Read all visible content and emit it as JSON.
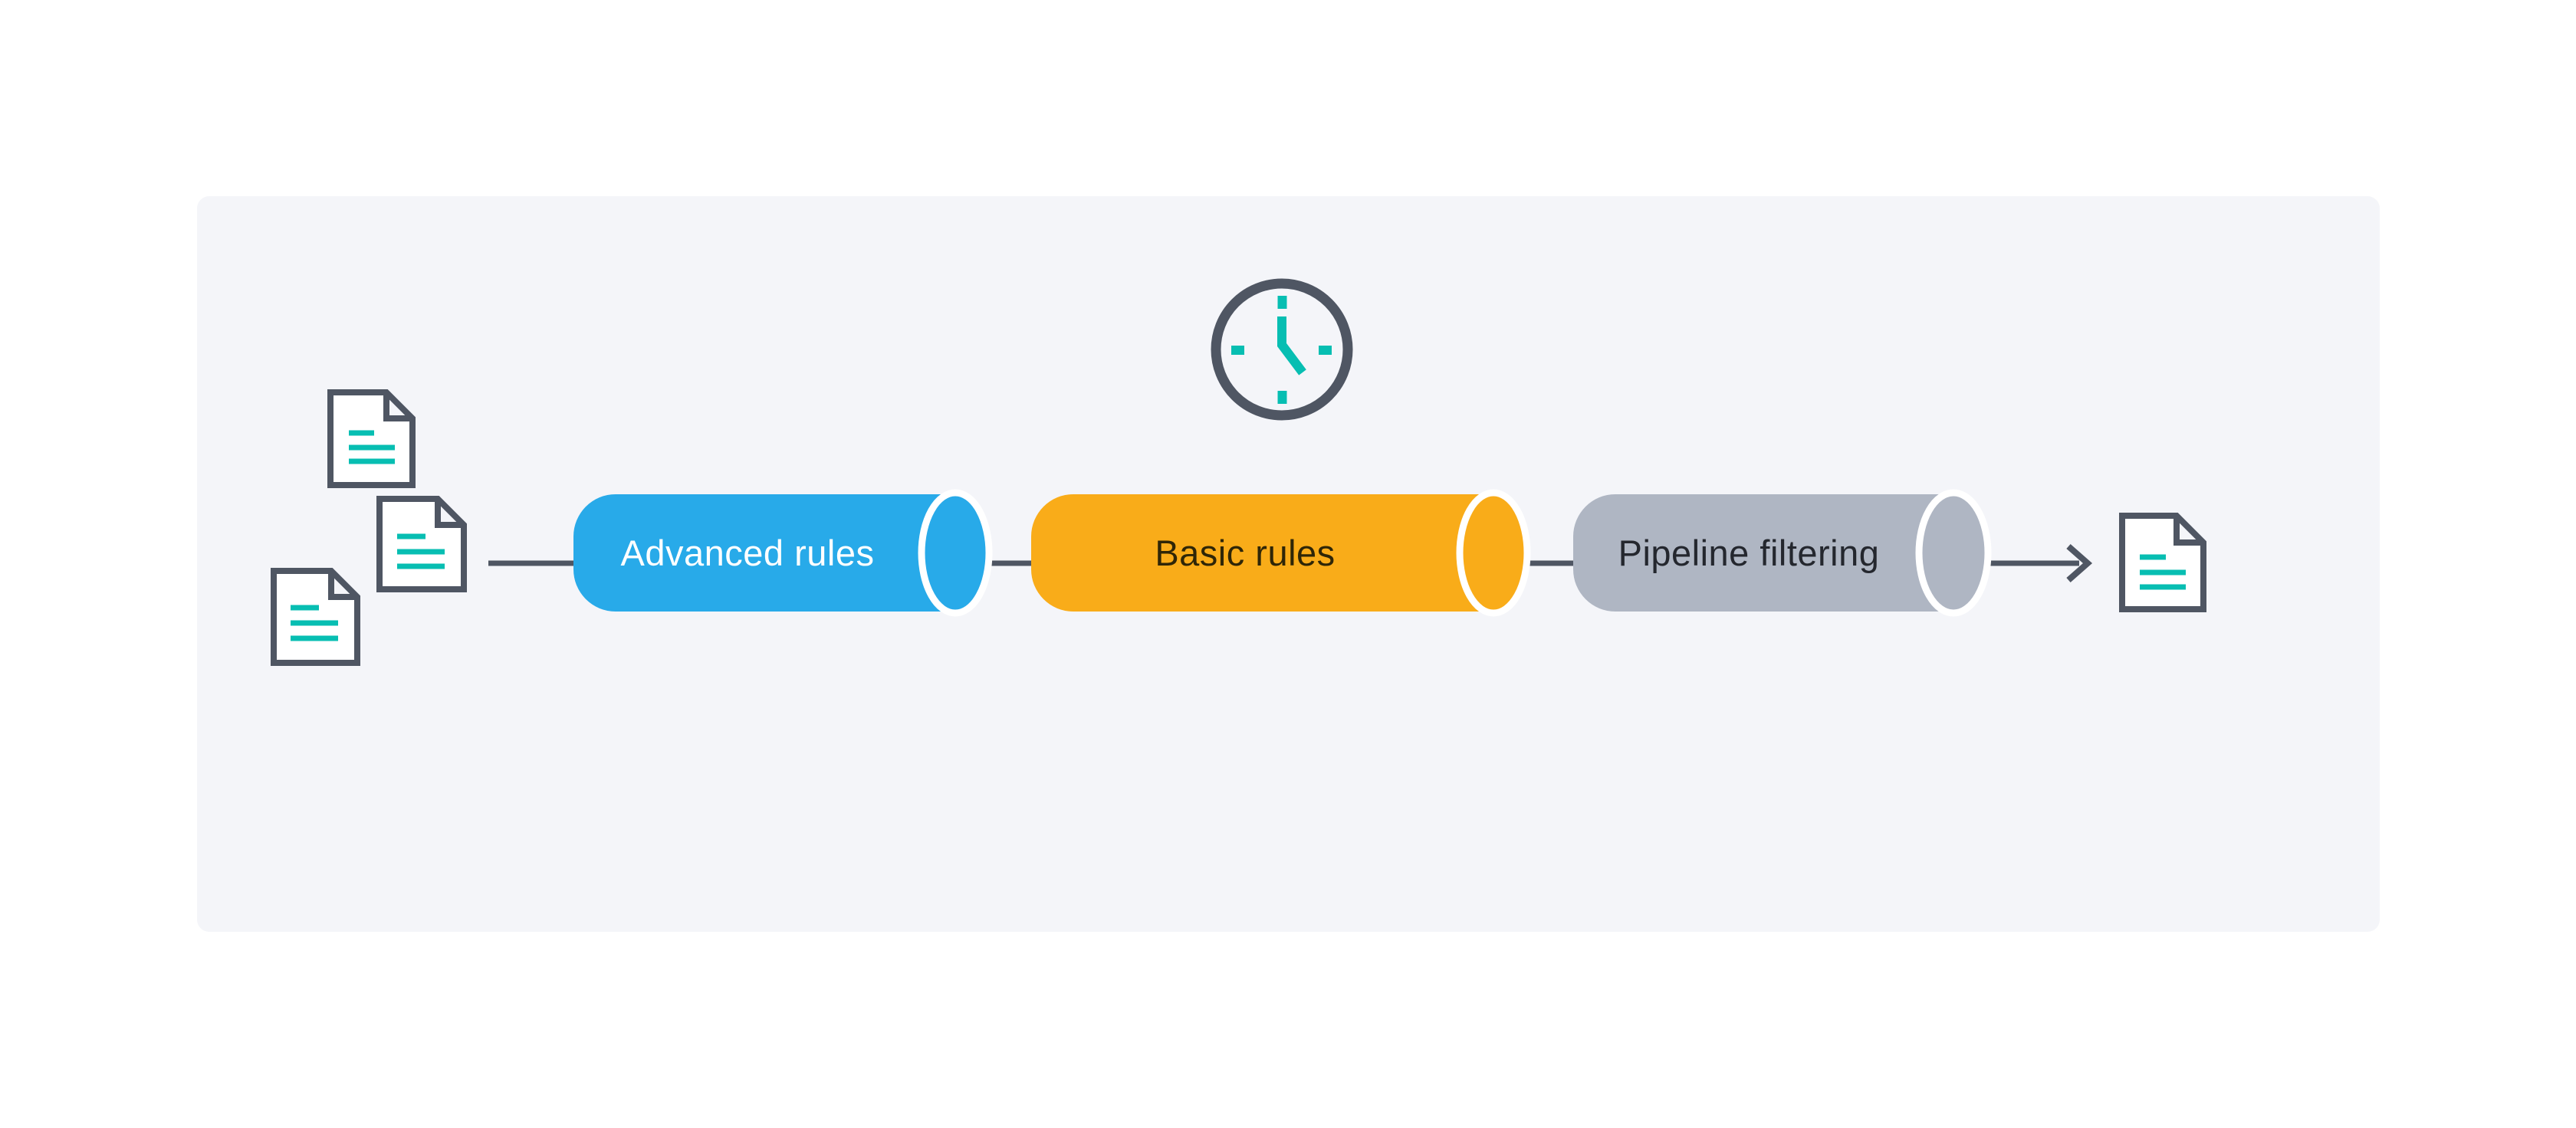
{
  "colors": {
    "panel_bg": "#f4f5f9",
    "slate": "#4f5663",
    "teal": "#07beb2",
    "stage_blue": "#28aae9",
    "stage_orange": "#f9ac19",
    "stage_gray": "#afb6c3",
    "text_on_blue": "#ffffff",
    "text_on_orange": "#2f2607",
    "text_on_gray": "#24272e"
  },
  "stages": [
    {
      "label": "Advanced rules"
    },
    {
      "label": "Basic rules"
    },
    {
      "label": "Pipeline filtering"
    }
  ],
  "icons": {
    "inputs": "document-icon x3",
    "timer": "clock-icon",
    "output": "document-icon",
    "flow": "arrow-right-icon"
  }
}
